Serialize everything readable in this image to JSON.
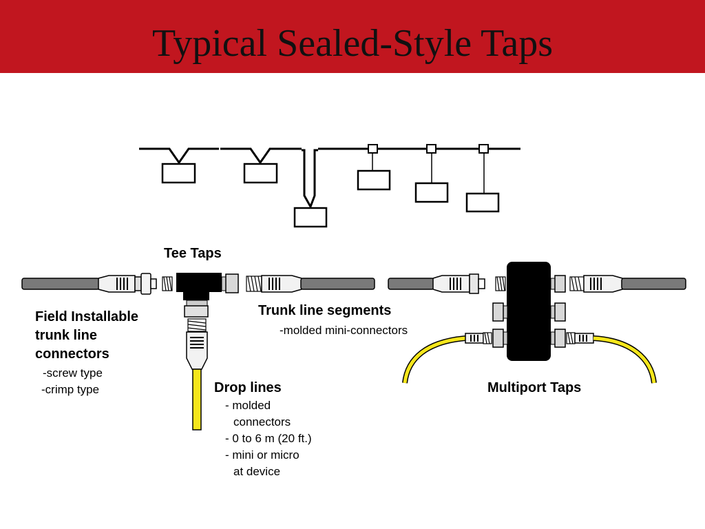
{
  "title": "Typical Sealed-Style Taps",
  "labels": {
    "tee_taps": "Tee Taps",
    "field_installable": [
      "Field Installable",
      "trunk line",
      "connectors"
    ],
    "field_sub": [
      "-screw type",
      "-crimp type"
    ],
    "trunk_segments": "Trunk line segments",
    "trunk_sub": "-molded mini-connectors",
    "drop_lines": "Drop lines",
    "drop_sub": [
      "- molded",
      "connectors",
      "- 0 to 6 m (20 ft.)",
      "- mini or micro",
      "at device"
    ],
    "multiport": "Multiport Taps"
  },
  "colors": {
    "title_bar": "#c1161f",
    "cable": "#7a7a7a",
    "drop_cable": "#f5e61b",
    "tap_body": "#000000"
  }
}
